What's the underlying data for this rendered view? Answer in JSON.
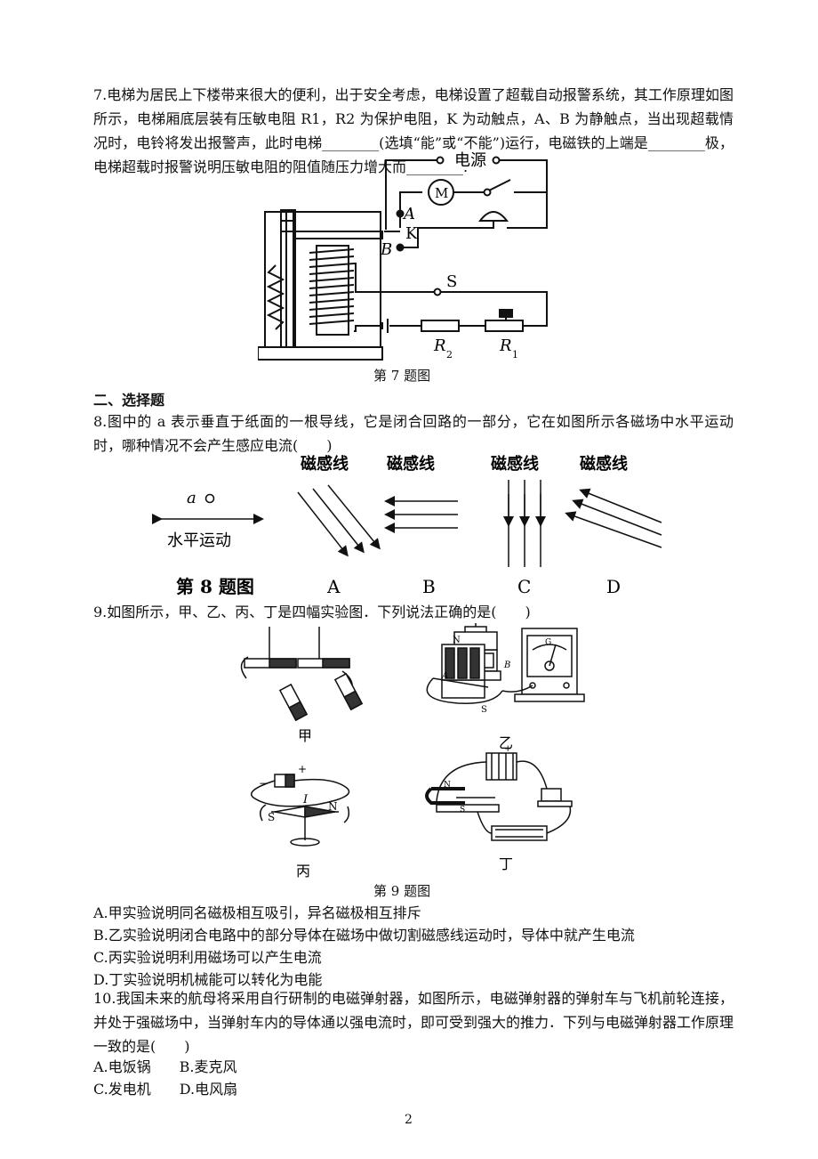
{
  "q7": {
    "text": "7.电梯为居民上下楼带来很大的便利，出于安全考虑，电梯设置了超载自动报警系统，其工作原理如图所示，电梯厢底层装有压敏电阻 R1，R2 为保护电阻，K 为动触点，A、B 为静触点，当出现超载情况时，电铃将发出报警声，此时电梯________(选填“能”或“不能”)运行，电磁铁的上端是________极，电梯超载时报警说明压敏电阻的阻值随压力增大而________.",
    "fig": {
      "power": "电源",
      "motor": "M",
      "a": "A",
      "b": "B",
      "k": "K",
      "s": "S",
      "r2": "R",
      "r2sub": "2",
      "r1": "R",
      "r1sub": "1"
    },
    "caption": "第 7 题图"
  },
  "section2": "二、选择题",
  "q8": {
    "text": "8.图中的 a 表示垂直于纸面的一根导线，它是闭合回路的一部分，它在如图所示各磁场中水平运动时，哪种情况不会产生感应电流(　　)",
    "fig": {
      "wire": "a",
      "motion": "水平运动",
      "field": "磁感线",
      "caption": "第 8 题图",
      "labels": [
        "A",
        "B",
        "C",
        "D"
      ]
    }
  },
  "q9": {
    "text": "9.如图所示，甲、乙、丙、丁是四幅实验图．下列说法正确的是(　　)",
    "fig": {
      "jia": "甲",
      "yi": "乙",
      "bing": "丙",
      "ding": "丁",
      "n": "N",
      "s": "S",
      "a": "A",
      "b": "B",
      "i": "I",
      "g": "G",
      "plus": "+",
      "minus": "−"
    },
    "caption": "第 9 题图",
    "options": [
      "A.甲实验说明同名磁极相互吸引，异名磁极相互排斥",
      "B.乙实验说明闭合电路中的部分导体在磁场中做切割磁感线运动时，导体中就产生电流",
      "C.丙实验说明利用磁场可以产生电流",
      "D.丁实验说明机械能可以转化为电能"
    ]
  },
  "q10": {
    "text": "10.我国未来的航母将采用自行研制的电磁弹射器，如图所示，电磁弹射器的弹射车与飞机前轮连接，并处于强磁场中，当弹射车内的导体通以强电流时，即可受到强大的推力．下列与电磁弹射器工作原理一致的是(　　)",
    "options_row1": "A.电饭锅　　B.麦克风",
    "options_row2": "C.发电机　　D.电风扇"
  },
  "page_number": "2"
}
